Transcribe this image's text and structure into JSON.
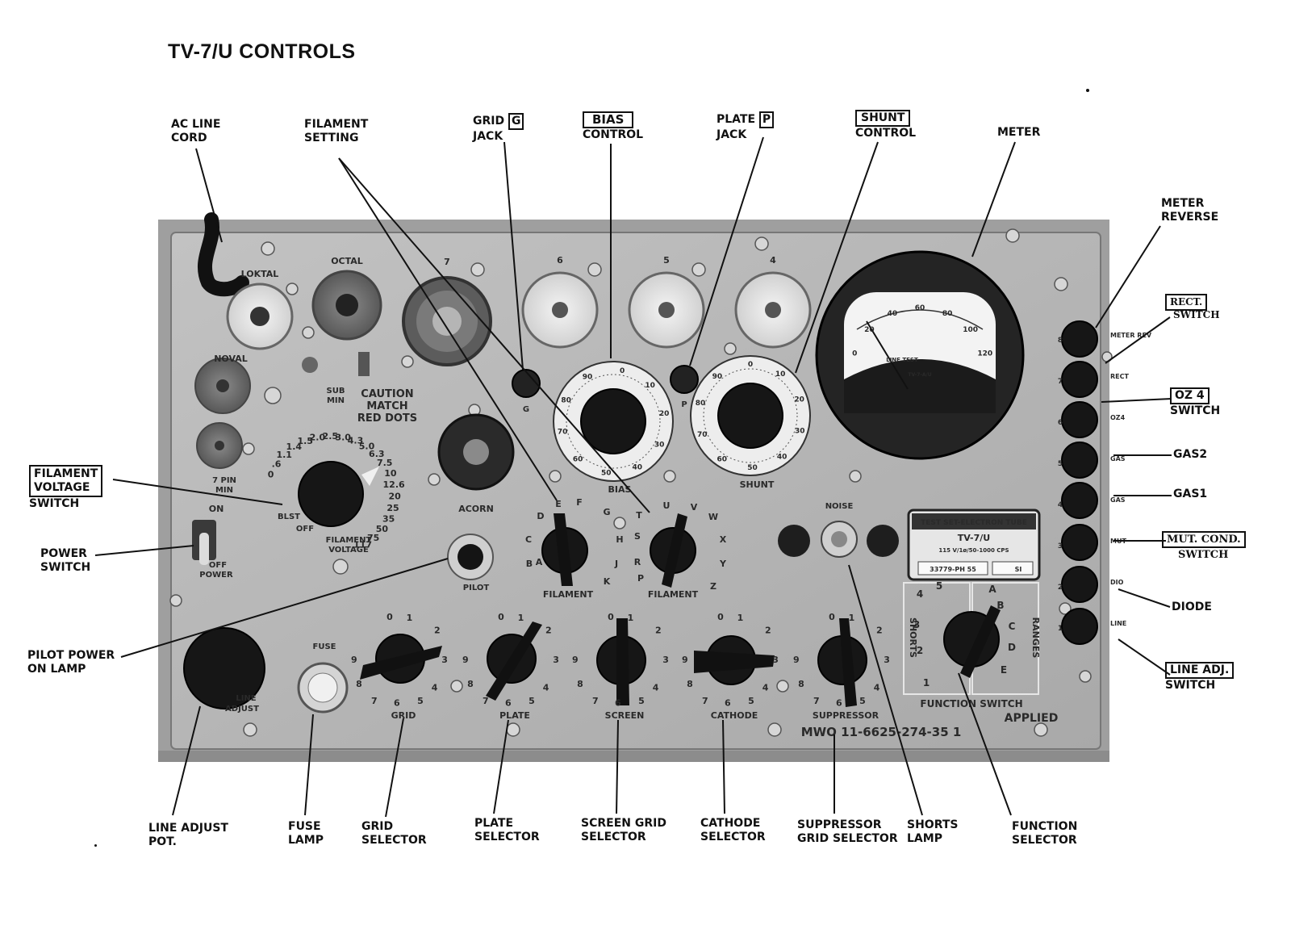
{
  "title": "TV-7/U CONTROLS",
  "callouts": {
    "ac_line_cord": [
      "AC LINE",
      "CORD"
    ],
    "filament_setting": [
      "FILAMENT",
      "SETTING"
    ],
    "grid_jack": {
      "word": "GRID",
      "box": "G",
      "line2": "JACK"
    },
    "bias_control": {
      "box": "BIAS",
      "line2": "CONTROL"
    },
    "plate_jack": {
      "word": "PLATE",
      "box": "P",
      "line2": "JACK"
    },
    "shunt_control": {
      "box": "SHUNT",
      "line2": "CONTROL"
    },
    "meter": "METER",
    "meter_reverse": [
      "METER",
      "REVERSE"
    ],
    "rect_switch": {
      "box": "RECT.",
      "line2": "SWITCH"
    },
    "oz4_switch": {
      "box": "OZ 4",
      "line2": "SWITCH"
    },
    "gas2": "GAS2",
    "gas1": "GAS1",
    "mut_cond_switch": {
      "box": "MUT. COND.",
      "line2": "SWITCH"
    },
    "diode": "DIODE",
    "line_adj_switch": {
      "box": "LINE ADJ.",
      "line2": "SWITCH"
    },
    "filament_voltage_switch": {
      "box1": "FILAMENT",
      "box2": "VOLTAGE",
      "line3": "SWITCH"
    },
    "power_switch": [
      "POWER",
      "SWITCH"
    ],
    "pilot_power_on_lamp": [
      "PILOT POWER",
      "ON  LAMP"
    ],
    "line_adjust_pot": [
      "LINE ADJUST",
      "POT."
    ],
    "fuse_lamp": [
      "FUSE",
      "LAMP"
    ],
    "grid_selector": [
      "GRID",
      "SELECTOR"
    ],
    "plate_selector": [
      "PLATE",
      "SELECTOR"
    ],
    "screen_grid_selector": [
      "SCREEN GRID",
      "SELECTOR"
    ],
    "cathode_selector": [
      "CATHODE",
      "SELECTOR"
    ],
    "suppressor_grid_selector": [
      "SUPPRESSOR",
      "GRID SELECTOR"
    ],
    "shorts_lamp": [
      "SHORTS",
      "LAMP"
    ],
    "function_selector": [
      "FUNCTION",
      "SELECTOR"
    ]
  },
  "panel": {
    "socket_labels": {
      "loktal": "LOKTAL",
      "octal": "OCTAL",
      "noval": "NOVAL",
      "seven": "7",
      "six": "6",
      "five": "5",
      "four": "4",
      "sub_min": [
        "SUB",
        "MIN"
      ],
      "seven_pin_min": [
        "7 PIN",
        "MIN"
      ],
      "acorn": "ACORN",
      "g_jack": "G",
      "p_jack": "P"
    },
    "caution": [
      "CAUTION",
      "MATCH",
      "RED DOTS"
    ],
    "filament_voltages": [
      "0",
      ".6",
      "1.1",
      "1.4",
      "1.5",
      "2.0",
      "2.5",
      "3.0",
      "4.3",
      "5.0",
      "6.3",
      "7.5",
      "10",
      "12.6",
      "20",
      "25",
      "35",
      "50",
      "75",
      "117"
    ],
    "blst": "BLST",
    "off": "OFF",
    "filament_voltage_label": [
      "FILAMENT",
      "VOLTAGE"
    ],
    "power_on": "ON",
    "power_off": [
      "OFF",
      "POWER"
    ],
    "pilot": "PILOT",
    "fuse": "FUSE",
    "line_adjust": [
      "LINE",
      "ADJUST"
    ],
    "bias_label": "BIAS",
    "shunt_label": "SHUNT",
    "bias_scale": [
      "0",
      "10",
      "20",
      "30",
      "40",
      "50",
      "60",
      "70",
      "80",
      "90"
    ],
    "shunt_scale": [
      "0",
      "10",
      "20",
      "30",
      "40",
      "50",
      "60",
      "70",
      "80",
      "90"
    ],
    "filament_letters_left": [
      "A",
      "B",
      "C",
      "D",
      "E",
      "F",
      "G"
    ],
    "filament_letters_mid": [
      "H",
      "J",
      "K",
      "R",
      "S",
      "T"
    ],
    "filament_letters_right": [
      "P",
      "U",
      "V",
      "W",
      "X",
      "Y",
      "Z"
    ],
    "filament_knob_label": "FILAMENT",
    "noise": "NOISE",
    "nameplate": {
      "line1": "TEST SET-ELECTRON TUBE",
      "line2": "TV-7/U",
      "line3": "115 V/1ø/50-1000 CPS",
      "serial": "33779-PH 55",
      "suffix": "SI"
    },
    "meter": {
      "scale": [
        "0",
        "20",
        "40",
        "60",
        "80",
        "100",
        "120"
      ],
      "line_test": "LINE TEST",
      "model": "TV-7-A/U"
    },
    "right_switch_numbers": [
      "8",
      "7",
      "6",
      "5",
      "4",
      "3",
      "2",
      "1"
    ],
    "right_switch_labels": [
      "METER REV",
      "RECT",
      "OZ4",
      "GAS",
      "GAS",
      "MUT",
      "DIO",
      "LINE"
    ],
    "selector_positions": [
      "0",
      "1",
      "2",
      "3",
      "4",
      "5",
      "6",
      "7",
      "8",
      "9"
    ],
    "selector_labels": [
      "GRID",
      "PLATE",
      "SCREEN",
      "CATHODE",
      "SUPPRESSOR"
    ],
    "shorts_word": "SHORTS",
    "ranges_word": "RANGES",
    "shorts_numbers": [
      "1",
      "2",
      "3",
      "4",
      "5"
    ],
    "ranges_letters": [
      "A",
      "B",
      "C",
      "D",
      "E"
    ],
    "function_switch": "FUNCTION  SWITCH",
    "applied": "APPLIED",
    "mwo": "MWO 11-6625-274-35 1"
  }
}
